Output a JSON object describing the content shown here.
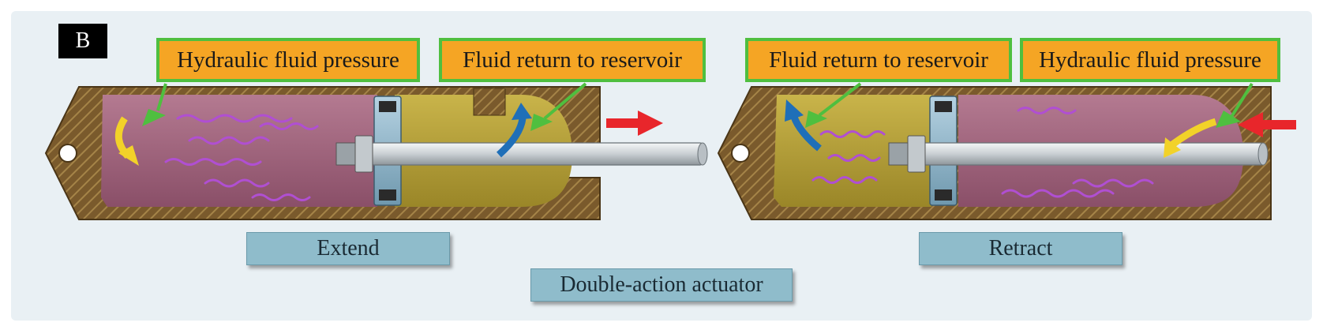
{
  "panel_label": "B",
  "extend": {
    "callout_pressure": "Hydraulic fluid pressure",
    "callout_return": "Fluid return to reservoir",
    "caption": "Extend"
  },
  "retract": {
    "callout_return": "Fluid return to reservoir",
    "callout_pressure": "Hydraulic fluid pressure",
    "caption": "Retract"
  },
  "main_caption": "Double-action actuator",
  "colors": {
    "background": "#e9f0f4",
    "housing": "#7a5a2c",
    "pressure_fluid": "#a0607a",
    "return_fluid": "#b8a23a",
    "piston_ring": "#8fb4c9",
    "rod": "#d8dde0",
    "pressure_arrow": "#f2d229",
    "return_arrow": "#1f6fb8",
    "motion_arrow": "#e8262b",
    "callout_fill": "#f5a524",
    "callout_border": "#4fbf3f",
    "caption_fill": "#8fbccb"
  },
  "icons": {
    "pressure_arrow": "curved-yellow-arrow-icon",
    "return_arrow": "curved-blue-arrow-icon",
    "motion_arrow": "red-arrow-icon",
    "pointer": "green-pointer-arrow-icon"
  }
}
